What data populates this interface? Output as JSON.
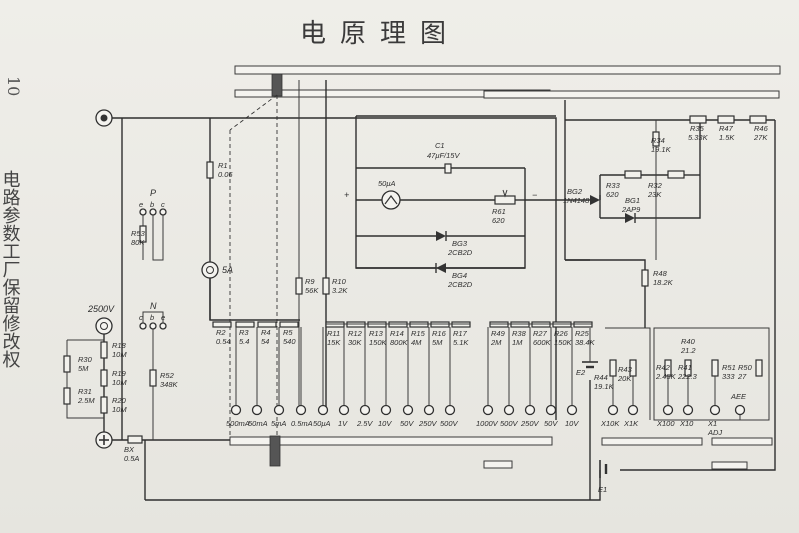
{
  "page": {
    "title": "电原理图",
    "page_number": "10",
    "side_text": "电路参数工厂保留修改权"
  },
  "labels": {
    "p": "P",
    "e": "e",
    "b": "b",
    "c": "c",
    "n": "N",
    "r53": "R53",
    "r53v": "80K",
    "v2500": "2500V",
    "r30": "R30",
    "r30v": "5M",
    "r18": "R18",
    "r18v": "10M",
    "r19": "R19",
    "r19v": "10M",
    "r20": "R20",
    "r20v": "10M",
    "r31": "R31",
    "r31v": "2.5M",
    "r52": "R52",
    "r52v": "348K",
    "fuse": "BX",
    "fusev": "0.5A",
    "r1": "R1",
    "r1v": "0.06",
    "a5": "5A",
    "r2": "R2",
    "r2v": "0.54",
    "r3": "R3",
    "r3v": "5.4",
    "r4": "R4",
    "r4v": "54",
    "r5": "R5",
    "r5v": "540",
    "r9": "R9",
    "r9v": "56K",
    "r10": "R10",
    "r10v": "3.2K",
    "c1": "C1",
    "c1v": "47μF/15V",
    "plus": "+",
    "minus": "−",
    "meter": "50μA",
    "r61": "R61",
    "r61v": "620",
    "bg3": "BG3",
    "bg3v": "2CB2D",
    "bg4": "BG4",
    "bg4v": "2CB2D",
    "bg2": "BG2",
    "bg2v": "1N4148",
    "r33": "R33",
    "r33v": "620",
    "r32": "R32",
    "r32v": "23K",
    "bg1": "BG1",
    "bg1v": "2AP9",
    "r34": "R34",
    "r34v": "19.1K",
    "r35": "R35",
    "r35v": "5.33K",
    "r47": "R47",
    "r47v": "1.5K",
    "r46": "R46",
    "r46v": "27K",
    "r48": "R48",
    "r48v": "18.2K",
    "r11": "R11",
    "r11v": "15K",
    "r12": "R12",
    "r12v": "30K",
    "r13": "R13",
    "r13v": "150K",
    "r14": "R14",
    "r14v": "800K",
    "r15": "R15",
    "r15v": "4M",
    "r16": "R16",
    "r16v": "5M",
    "r17": "R17",
    "r17v": "5.1K",
    "r49": "R49",
    "r49v": "2M",
    "r38": "R38",
    "r38v": "1M",
    "r27": "R27",
    "r27v": "600K",
    "r26": "R26",
    "r26v": "150K",
    "r25": "R25",
    "r25v": "38.4K",
    "r44": "R44",
    "r44v": "19.1K",
    "r43": "R43",
    "r43v": "20K",
    "r40": "R40",
    "r40v": "21.2",
    "r42": "R42",
    "r42v": "2.45K",
    "r41": "R41",
    "r41v": "222.3",
    "r51": "R51",
    "r51v": "333",
    "r50": "R50",
    "r50v": "27",
    "e1": "E1",
    "e2": "E2",
    "aee": "AEE",
    "x10k": "X10K",
    "x1k": "X1K",
    "x100": "X100",
    "x10": "X10",
    "x1": "X1",
    "adj": "ADJ",
    "t_1": "500mA",
    "t_2": "50mA",
    "t_3": "5mA",
    "t_4": "0.5mA",
    "t_5": "50μA",
    "t_6": "1V",
    "t_7": "2.5V",
    "t_8": "10V",
    "t_9": "50V",
    "t_10": "250V",
    "t_11": "500V",
    "t_12": "1000V",
    "t_13": "500V",
    "t_14": "250V",
    "t_15": "50V",
    "t_16": "10V"
  }
}
